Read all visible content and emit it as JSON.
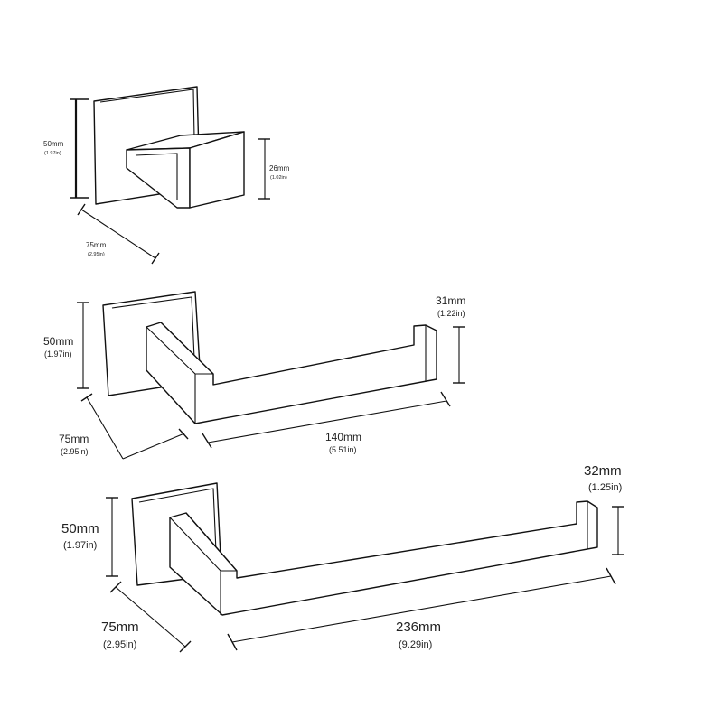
{
  "colors": {
    "line": "#111111",
    "background": "#ffffff"
  },
  "hook": {
    "height": {
      "mm": "50mm",
      "in": "(1.97in)"
    },
    "width": {
      "mm": "75mm",
      "in": "(2.95in)"
    },
    "projection": {
      "mm": "26mm",
      "in": "(1.02in)"
    }
  },
  "paper_holder": {
    "height": {
      "mm": "50mm",
      "in": "(1.97in)"
    },
    "width": {
      "mm": "75mm",
      "in": "(2.95in)"
    },
    "length": {
      "mm": "140mm",
      "in": "(5.51in)"
    },
    "lip": {
      "mm": "31mm",
      "in": "(1.22in)"
    }
  },
  "towel_bar": {
    "height": {
      "mm": "50mm",
      "in": "(1.97in)"
    },
    "width": {
      "mm": "75mm",
      "in": "(2.95in)"
    },
    "length": {
      "mm": "236mm",
      "in": "(9.29in)"
    },
    "lip": {
      "mm": "32mm",
      "in": "(1.25in)"
    }
  }
}
